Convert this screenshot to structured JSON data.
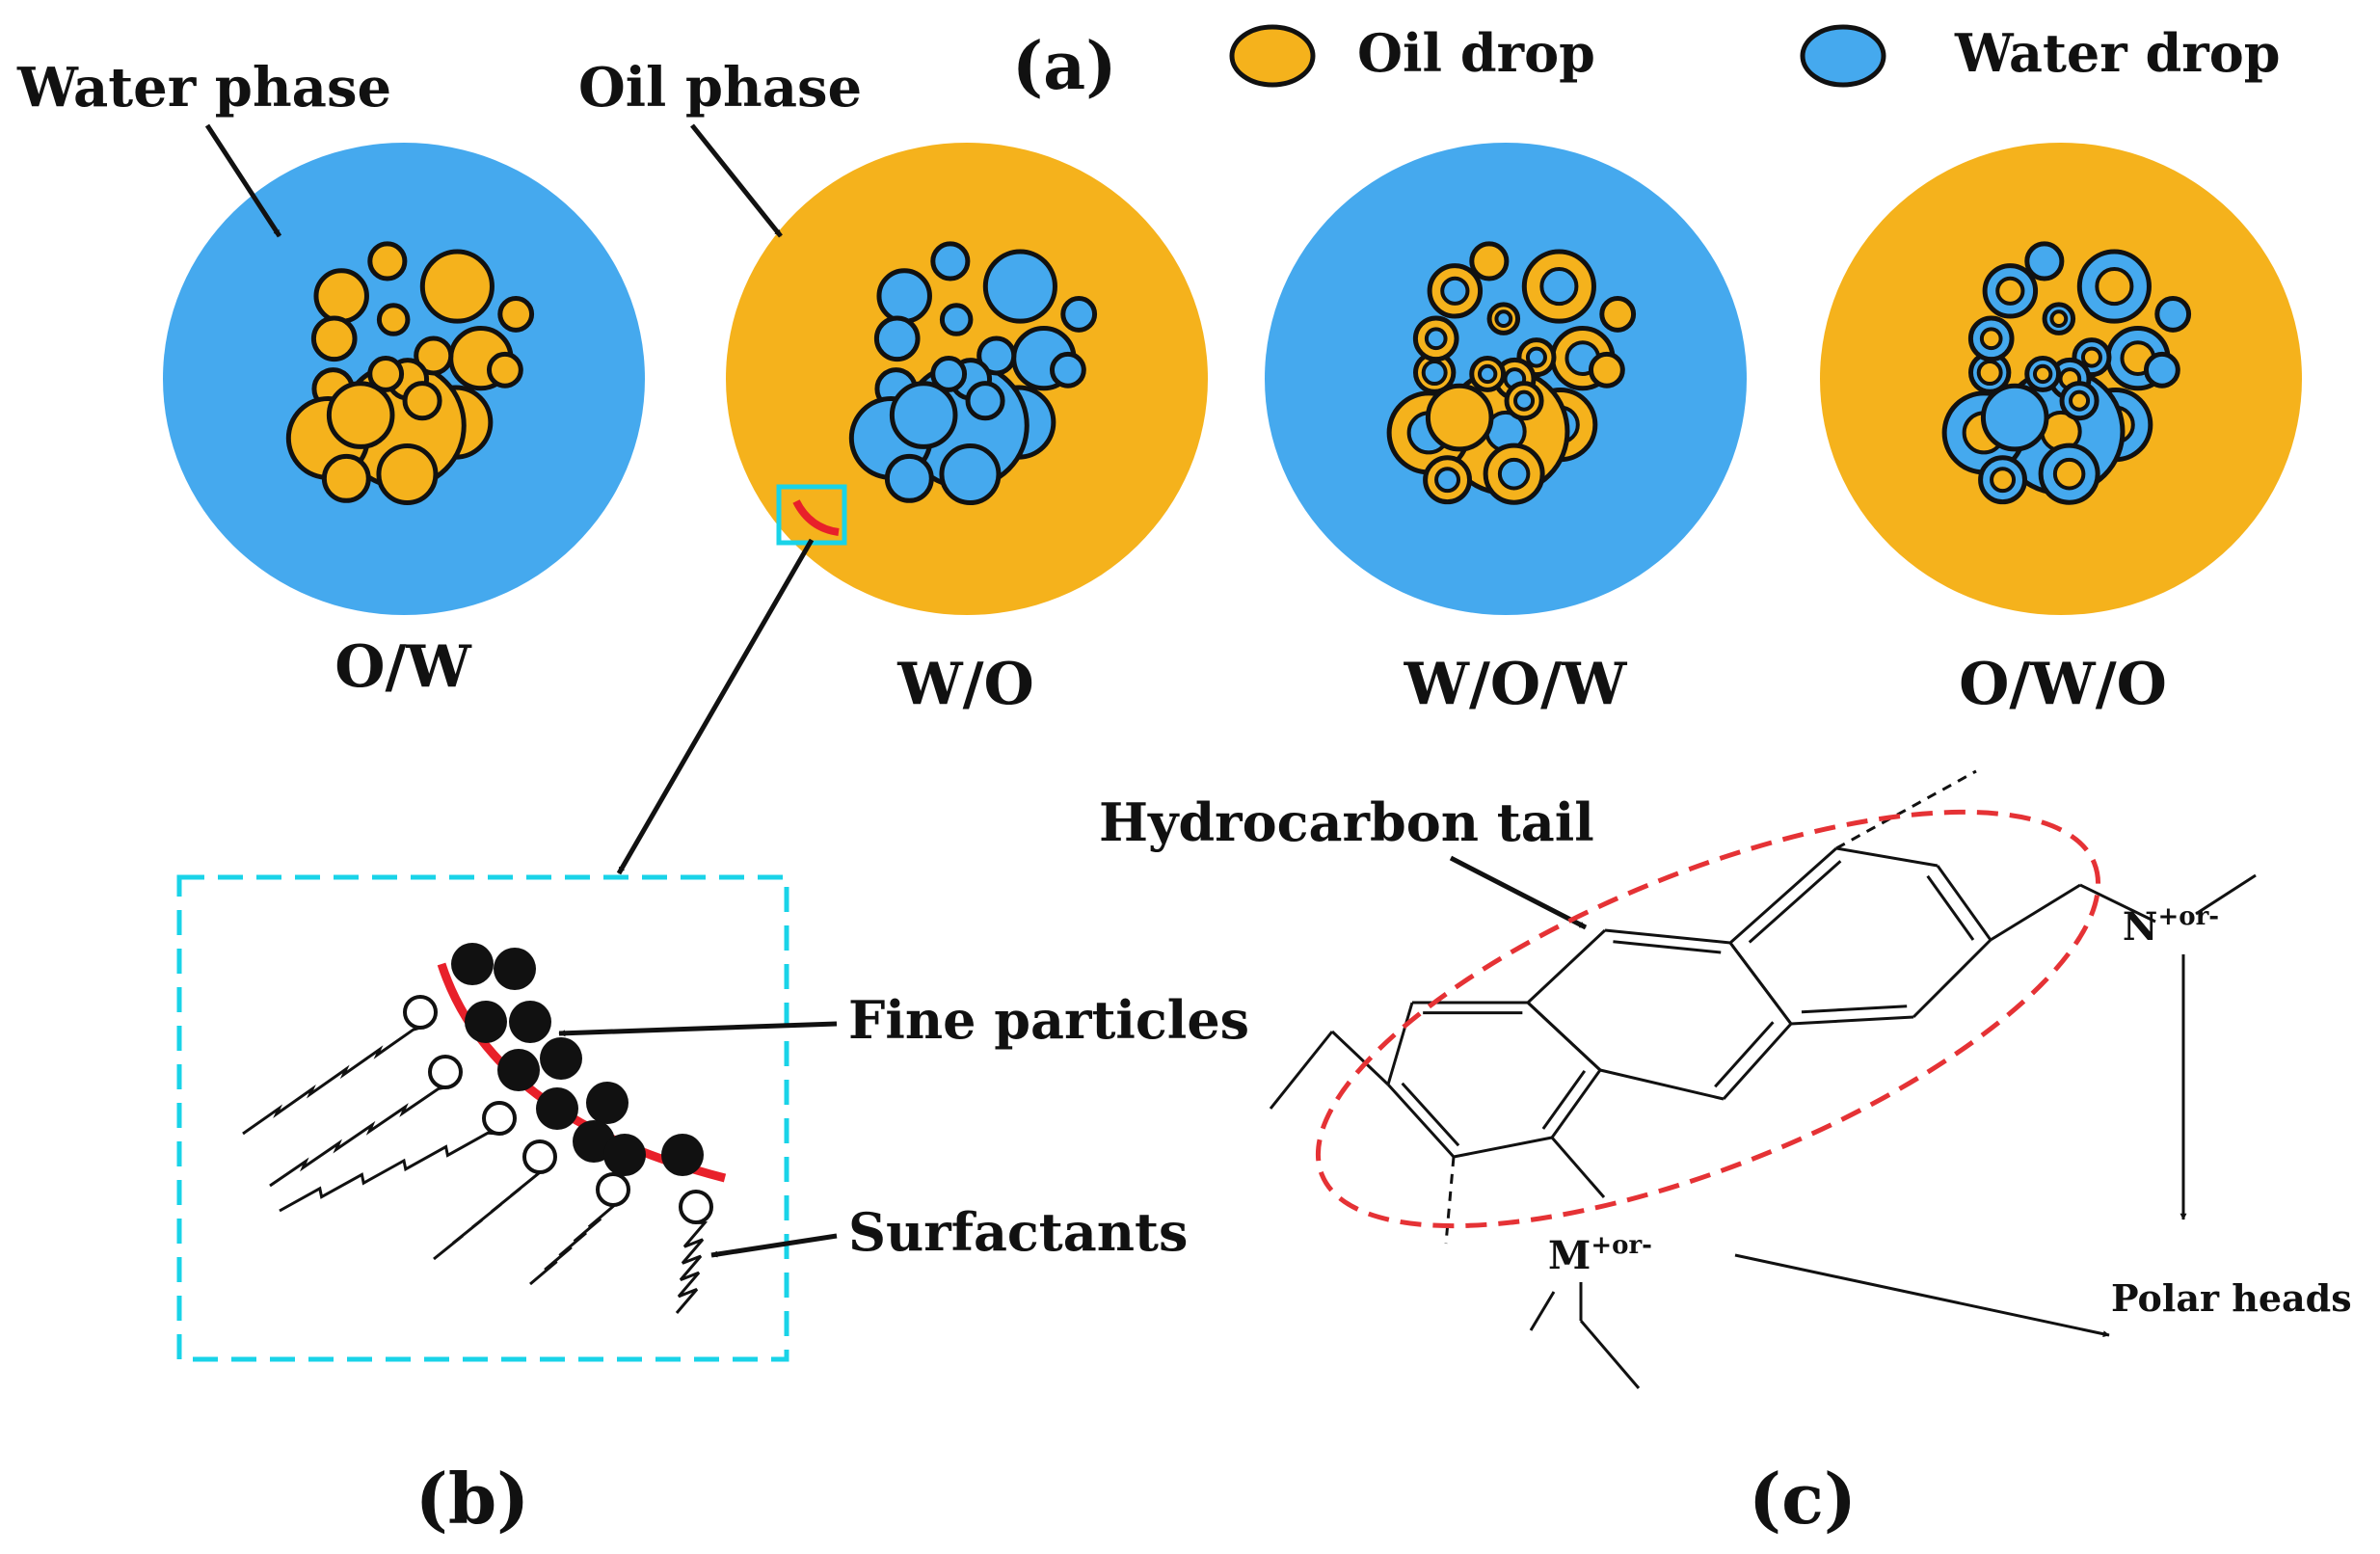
{
  "colors": {
    "water": "#45A9EE",
    "oil": "#F5B21C",
    "outline": "#111111",
    "interface_line": "#E8202A",
    "dashed_box": "#19D3E8",
    "ellipse": "#E53235",
    "particle": "#111111"
  },
  "legend": {
    "oil_drop": "Oil drop",
    "water_drop": "Water drop"
  },
  "panel_labels": {
    "a": "(a)",
    "b": "(b)",
    "c": "(c)"
  },
  "panel_a": {
    "water_phase_label": "Water phase",
    "oil_phase_label": "Oil phase",
    "emulsions": [
      {
        "label": "O/W",
        "continuous": "water",
        "drop_style": "simple"
      },
      {
        "label": "W/O",
        "continuous": "oil",
        "drop_style": "simple"
      },
      {
        "label": "W/O/W",
        "continuous": "water",
        "drop_style": "double"
      },
      {
        "label": "O/W/O",
        "continuous": "oil",
        "drop_style": "double"
      }
    ]
  },
  "panel_b": {
    "fine_particles_label": "Fine particles",
    "surfactants_label": "Surfactants"
  },
  "panel_c": {
    "hydrocarbon_tail_label": "Hydrocarbon tail",
    "n_atom": "N",
    "n_charge": "+or-",
    "m_atom": "M",
    "m_charge": "+or-",
    "polar_heads_label": "Polar heads"
  }
}
